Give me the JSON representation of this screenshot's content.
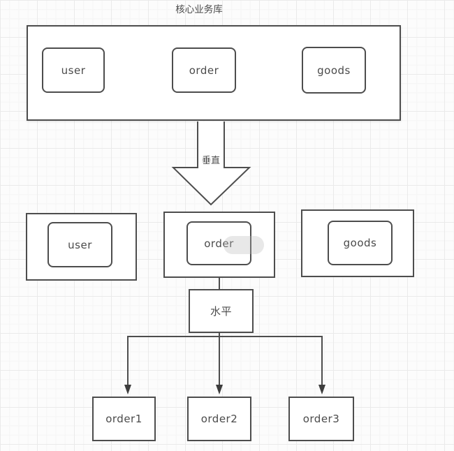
{
  "diagram": {
    "title": "核心业务库",
    "source_db": {
      "tables": [
        {
          "label": "user"
        },
        {
          "label": "order"
        },
        {
          "label": "goods"
        }
      ]
    },
    "vertical_split": {
      "label": "垂直"
    },
    "split_dbs": [
      {
        "inner_label": "user"
      },
      {
        "inner_label": "order"
      },
      {
        "inner_label": "goods"
      }
    ],
    "horizontal_split": {
      "label": "水平"
    },
    "shards": [
      {
        "label": "order1"
      },
      {
        "label": "order2"
      },
      {
        "label": "order3"
      }
    ]
  },
  "colors": {
    "stroke": "#4d4d4d",
    "text": "#4a4a4a",
    "canvas_background": "#fcfcfc",
    "grid_line": "#f5f5f5"
  }
}
